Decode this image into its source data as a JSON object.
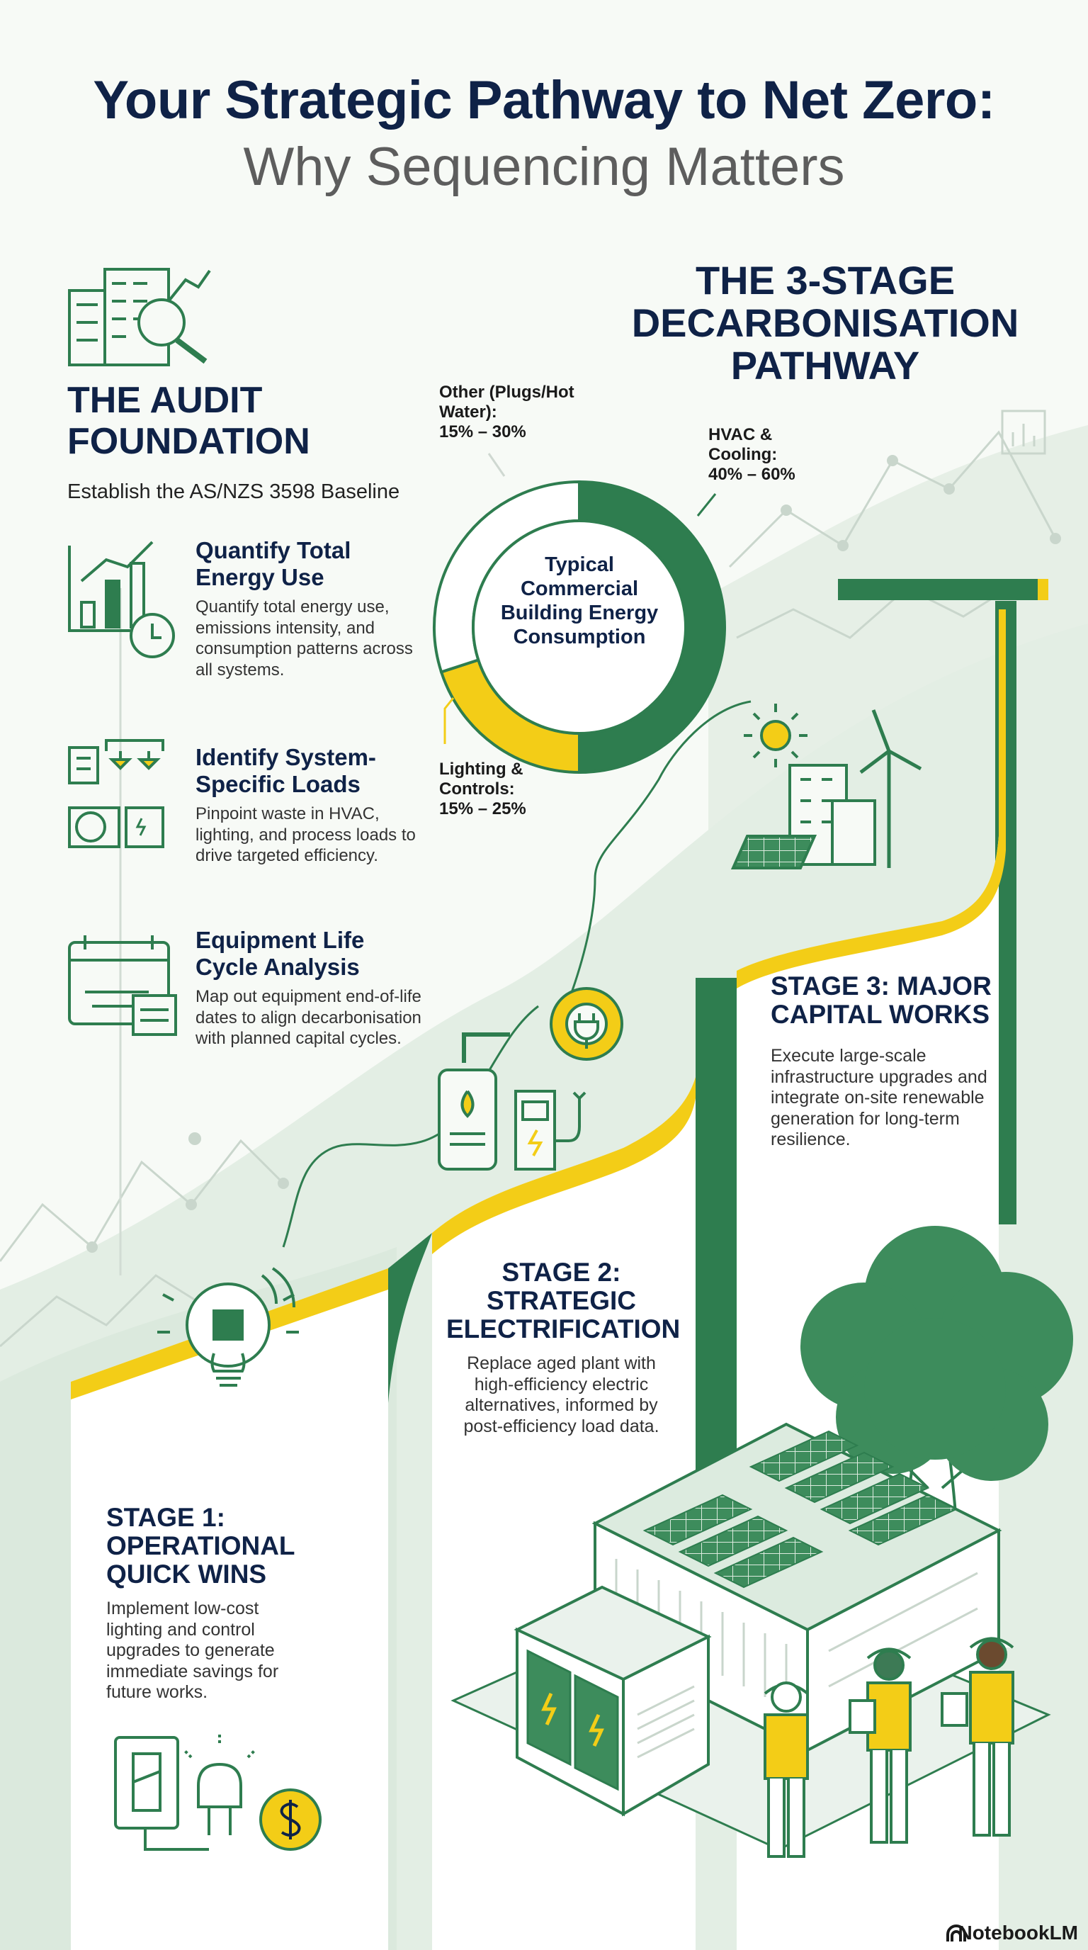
{
  "header": {
    "title_line1": "Your Strategic Pathway to Net Zero:",
    "title_line2": "Why Sequencing Matters"
  },
  "audit": {
    "title": "THE AUDIT FOUNDATION",
    "subtitle": "Establish the AS/NZS 3598 Baseline",
    "items": [
      {
        "icon": "chart-clock-icon",
        "heading": "Quantify Total Energy Use",
        "text": "Quantify total energy use, emissions intensity, and consumption patterns across all systems."
      },
      {
        "icon": "hvac-systems-icon",
        "heading": "Identify System-Specific Loads",
        "text": "Pinpoint waste in HVAC, lighting, and process loads to drive targeted efficiency."
      },
      {
        "icon": "calendar-lifecycle-icon",
        "heading": "Equipment Life Cycle Analysis",
        "text": "Map out equipment end-of-life dates to align decarbonisation with planned capital cycles."
      }
    ]
  },
  "pathway_title": "THE 3-STAGE DECARBONISATION PATHWAY",
  "donut": {
    "center_label": "Typical Commercial Building Energy Consumption",
    "segments": [
      {
        "label": "HVAC & Cooling:",
        "range": "40% – 60%",
        "value": 0.5,
        "color": "#2e7d4f"
      },
      {
        "label": "Lighting & Controls:",
        "range": "15% – 25%",
        "value": 0.2,
        "color": "#f3cd17"
      },
      {
        "label": "Other (Plugs/Hot Water):",
        "range": "15% – 30%",
        "value": 0.3,
        "color": "#ffffff"
      }
    ]
  },
  "stages": [
    {
      "title": "STAGE 1: OPERATIONAL QUICK WINS",
      "text": "Implement low-cost lighting and control upgrades to generate immediate savings for future works."
    },
    {
      "title": "STAGE 2: STRATEGIC ELECTRIFICATION",
      "text": "Replace aged plant with high-efficiency electric alternatives, informed by post-efficiency load data."
    },
    {
      "title": "STAGE 3: MAJOR CAPITAL WORKS",
      "text": "Execute large-scale infrastructure upgrades and integrate on-site renewable generation for long-term resilience."
    }
  ],
  "branding": {
    "label": "NotebookLM"
  },
  "colors": {
    "navy": "#0f2247",
    "green": "#2e7d4f",
    "yellow": "#f3cd17",
    "light_green": "#dcebdf"
  }
}
